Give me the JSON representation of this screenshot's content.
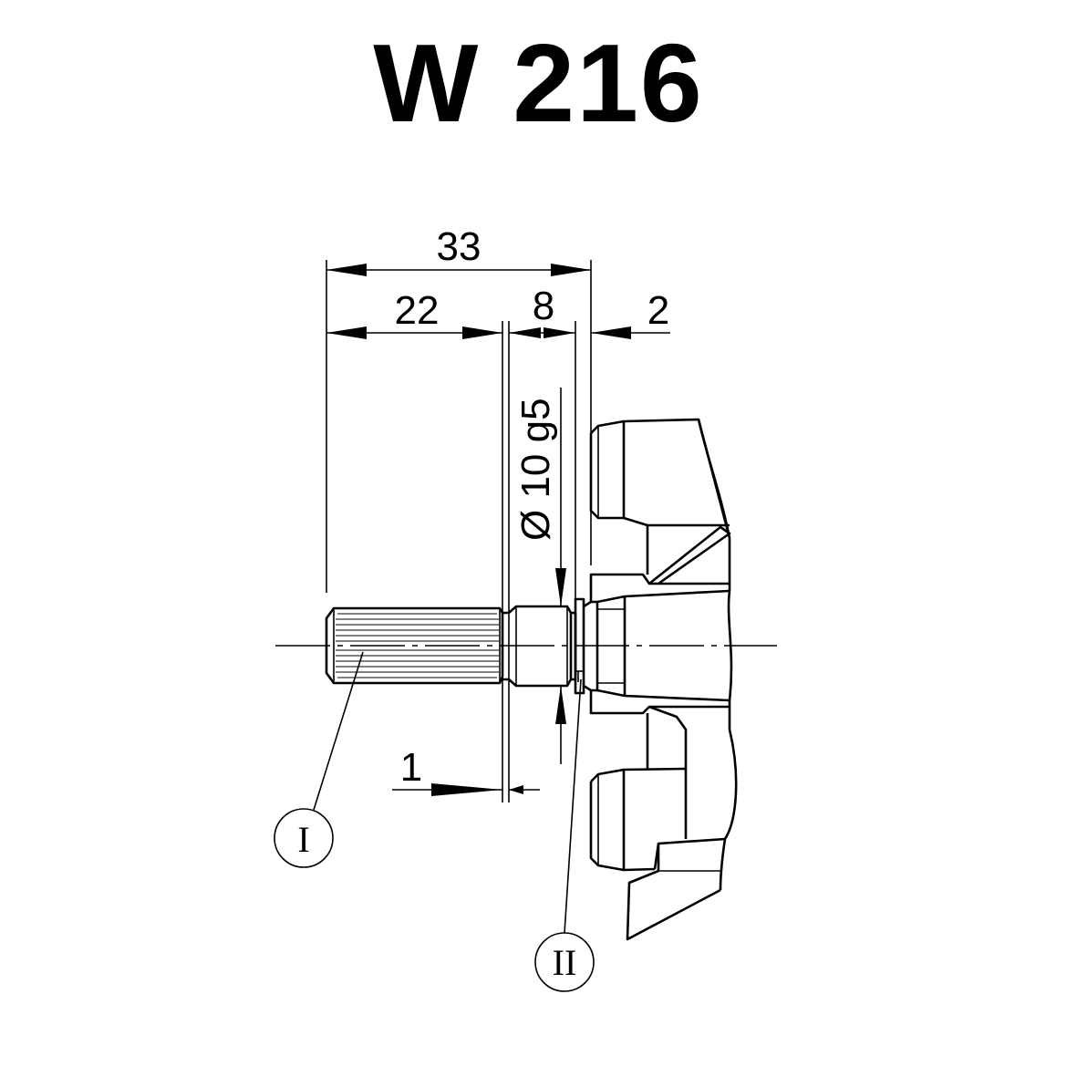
{
  "title": "W 216",
  "dimensions": {
    "overall": "33",
    "shaft_length": "22",
    "neck_length": "8",
    "offset": "2",
    "chamfer": "1",
    "diameter": "Ø 10 g5"
  },
  "callouts": {
    "part_1": "I",
    "part_2": "II"
  }
}
